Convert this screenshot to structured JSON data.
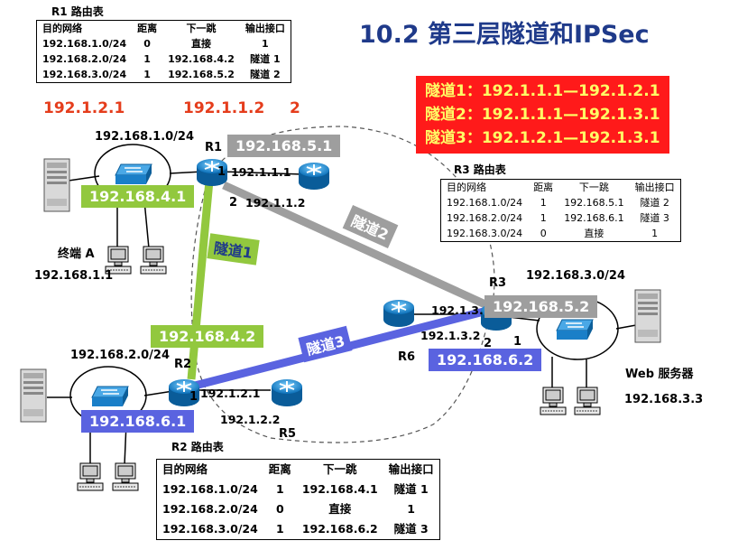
{
  "title": "10.2 第三层隧道和IPSec",
  "tunnels_box": [
    "隧道1：192.1.1.1—192.1.2.1",
    "隧道2：192.1.1.1—192.1.3.1",
    "隧道3：192.1.2.1—192.1.3.1"
  ],
  "r1_table": {
    "title": "R1 路由表",
    "headers": [
      "目的网络",
      "距离",
      "下一跳",
      "输出接口"
    ],
    "rows": [
      [
        "192.168.1.0/24",
        "0",
        "直接",
        "1"
      ],
      [
        "192.168.2.0/24",
        "1",
        "192.168.4.2",
        "隧道 1"
      ],
      [
        "192.168.3.0/24",
        "1",
        "192.168.5.2",
        "隧道 2"
      ]
    ],
    "annotation": [
      "192.1.2.1",
      "192.1.1.2",
      "2"
    ]
  },
  "r3_table": {
    "title": "R3 路由表",
    "headers": [
      "目的网络",
      "距离",
      "下一跳",
      "输出接口"
    ],
    "rows": [
      [
        "192.168.1.0/24",
        "1",
        "192.168.5.1",
        "隧道 2"
      ],
      [
        "192.168.2.0/24",
        "1",
        "192.168.6.1",
        "隧道 3"
      ],
      [
        "192.168.3.0/24",
        "0",
        "直接",
        "1"
      ]
    ]
  },
  "r2_table": {
    "title": "R2 路由表",
    "headers": [
      "目的网络",
      "距离",
      "下一跳",
      "输出接口"
    ],
    "rows": [
      [
        "192.168.1.0/24",
        "1",
        "192.168.4.1",
        "隧道 1"
      ],
      [
        "192.168.2.0/24",
        "0",
        "直接",
        "1"
      ],
      [
        "192.168.3.0/24",
        "1",
        "192.168.6.2",
        "隧道 3"
      ]
    ]
  },
  "labels": {
    "net1": "192.168.1.0/24",
    "net2": "192.168.2.0/24",
    "net3": "192.168.3.0/24",
    "r1": "R1",
    "r2": "R2",
    "r3": "R3",
    "r5": "R5",
    "r6": "R6",
    "r1_if1": "1",
    "r1_if2": "2",
    "r2_if1": "1",
    "r3_if2": "2",
    "r3_if1": "1",
    "r1_ip_192_1_1_1": "192.1.1.1",
    "r5_ip_192_1_1_2": "192.1.1.2",
    "r2_ip_192_1_2_1": "192.1.2.1",
    "r5_ip_192_1_2_2": "192.1.2.2",
    "r3_ip_192_1_3_1": "192.1.3.1",
    "r6_ip_192_1_3_2": "192.1.3.2",
    "terminal_a": "终端 A",
    "terminal_a_ip": "192.168.1.1",
    "web_server": "Web 服务器",
    "web_server_ip": "192.168.3.3"
  },
  "tunnel_labels": {
    "t1": "隧道1",
    "t2": "隧道2",
    "t3": "隧道3"
  },
  "boxes": {
    "ip_4_1": "192.168.4.1",
    "ip_4_2": "192.168.4.2",
    "ip_5_1": "192.168.5.1",
    "ip_5_2": "192.168.5.2",
    "ip_6_1": "192.168.6.1",
    "ip_6_2": "192.168.6.2"
  },
  "colors": {
    "tunnel1": "#92c83e",
    "tunnel2": "#9e9e9e",
    "tunnel3": "#5a63e0",
    "router": "#1a8fd6",
    "title": "#1f3a8a",
    "red_box": "#ff1a1a",
    "red_box_text": "#ffff66",
    "annotation_red": "#e53d1c"
  }
}
